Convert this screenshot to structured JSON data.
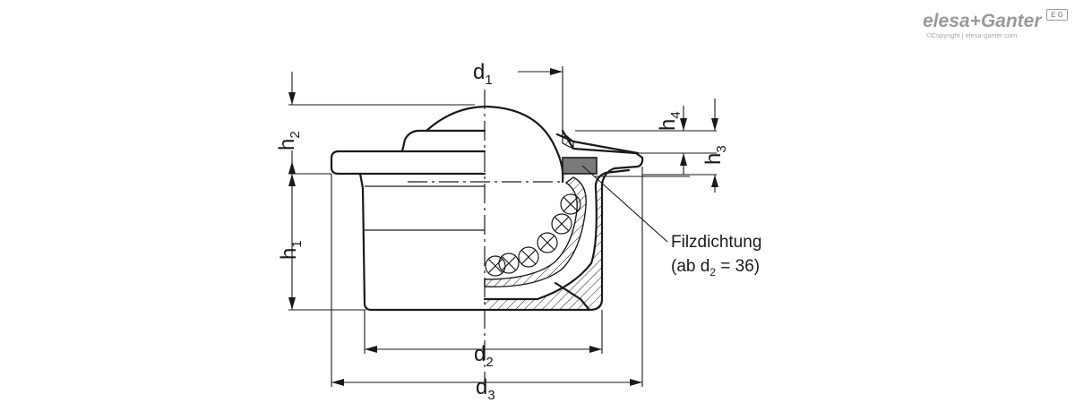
{
  "dimensions": {
    "d1": {
      "main": "d",
      "sub": "1"
    },
    "d2": {
      "main": "d",
      "sub": "2"
    },
    "d3": {
      "main": "d",
      "sub": "3"
    },
    "h1": {
      "main": "h",
      "sub": "1"
    },
    "h2": {
      "main": "h",
      "sub": "2"
    },
    "h3": {
      "main": "h",
      "sub": "3"
    },
    "h4": {
      "main": "h",
      "sub": "4"
    }
  },
  "callout": {
    "line1": "Filzdichtung",
    "line2_prefix": "(ab d",
    "line2_sub": "2",
    "line2_suffix": " = 36)"
  },
  "brand": {
    "name": "elesa+Ganter",
    "copyright": "©Copyright | elesa-ganter.com",
    "badge": "E G"
  },
  "colors": {
    "line": "#1a1a1a",
    "seal": "#7a7a7a",
    "brand": "#9a9a9a"
  }
}
